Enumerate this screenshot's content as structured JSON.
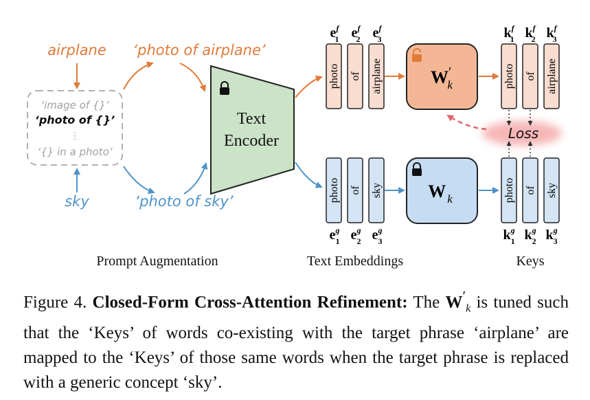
{
  "prompt_augmentation": {
    "target_word": "airplane",
    "target_prompt": "‘photo of airplane’",
    "anchor_word": "sky",
    "anchor_prompt": "‘photo of sky’",
    "templates": [
      "‘image of {}’",
      "‘photo of {}’",
      "⋮",
      "‘{} in a photo’"
    ],
    "section_label": "Prompt Augmentation"
  },
  "encoder": {
    "line1": "Text",
    "line2": "Encoder"
  },
  "embeddings": {
    "top_tokens": [
      "photo",
      "of",
      "airplane"
    ],
    "bottom_tokens": [
      "photo",
      "of",
      "sky"
    ],
    "top_labels": [
      {
        "base": "e",
        "sup": "f",
        "sub": "1"
      },
      {
        "base": "e",
        "sup": "f",
        "sub": "2"
      },
      {
        "base": "e",
        "sup": "f",
        "sub": "3"
      }
    ],
    "bottom_labels": [
      {
        "base": "e",
        "sup": "g",
        "sub": "1"
      },
      {
        "base": "e",
        "sup": "g",
        "sub": "2"
      },
      {
        "base": "e",
        "sup": "g",
        "sub": "3"
      }
    ],
    "section_label": "Text Embeddings"
  },
  "weights": {
    "top": {
      "base": "W",
      "prime": "′",
      "sub": "k"
    },
    "bottom": {
      "base": "W",
      "sub": "k"
    }
  },
  "keys": {
    "top_tokens": [
      "photo",
      "of",
      "airplane"
    ],
    "bottom_tokens": [
      "photo",
      "of",
      "sky"
    ],
    "top_labels": [
      {
        "base": "k",
        "sup": "f",
        "sub": "1"
      },
      {
        "base": "k",
        "sup": "f",
        "sub": "2"
      },
      {
        "base": "k",
        "sup": "f",
        "sub": "3"
      }
    ],
    "bottom_labels": [
      {
        "base": "k",
        "sup": "g",
        "sub": "1"
      },
      {
        "base": "k",
        "sup": "g",
        "sub": "2"
      },
      {
        "base": "k",
        "sup": "g",
        "sub": "3"
      }
    ],
    "loss_label": "Loss",
    "section_label": "Keys"
  },
  "caption": {
    "prefix": "Figure 4. ",
    "title": "Closed-Form Cross-Attention Refinement:",
    "lead": " The ",
    "matrix": "W",
    "prime": "′",
    "sub": "k",
    "body": " is tuned such that the ‘Keys’ of words co-existing with the target phrase ‘airplane’ are mapped to the ‘Keys’ of those same words when the target phrase is replaced with a generic concept ‘sky’."
  },
  "colors": {
    "orange": "#e07b39",
    "blue": "#4f93c9",
    "orange_fill": "#f8ddd0",
    "blue_fill": "#d3e5f5",
    "weight_orange_fill": "#f3b796",
    "weight_blue_fill": "#c6dcf2",
    "encoder_fill": "#cbe3c6",
    "loss_red": "#e06666",
    "gray": "#a0a0a0"
  }
}
